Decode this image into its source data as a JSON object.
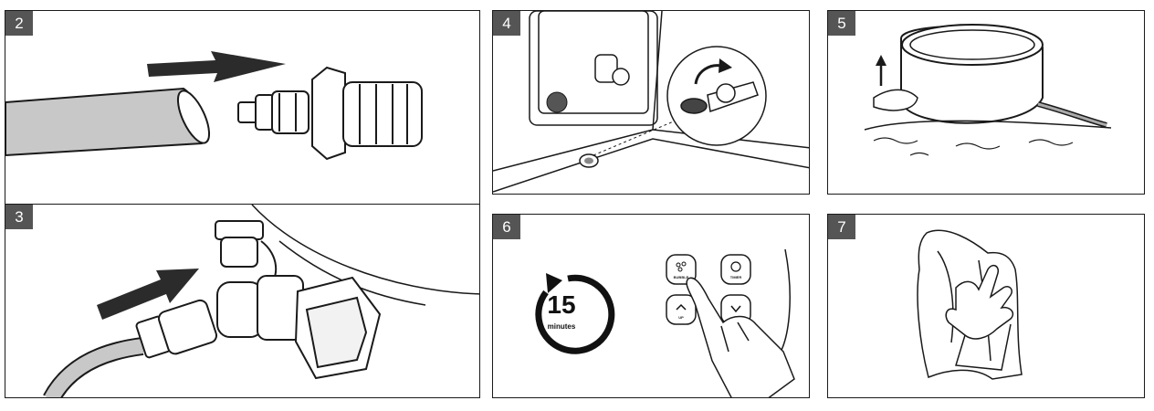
{
  "panels": [
    {
      "step": "2"
    },
    {
      "step": "3"
    },
    {
      "step": "4"
    },
    {
      "step": "5"
    },
    {
      "step": "6",
      "timer_value": "15",
      "timer_unit": "minutes",
      "button_labels": [
        "BUBBLE",
        "TIMER",
        "UP"
      ]
    },
    {
      "step": "7"
    }
  ],
  "colors": {
    "badge": "#555555",
    "line": "#1a1a1a",
    "hose_fill": "#c8c8c8",
    "arrow": "#2b2b2b"
  },
  "icons": [
    "arrow-right-icon",
    "hose-connector-icon",
    "cap-rotate-icon",
    "lift-arrow-icon",
    "timer-icon",
    "finger-press-icon",
    "cloth-wipe-icon"
  ]
}
